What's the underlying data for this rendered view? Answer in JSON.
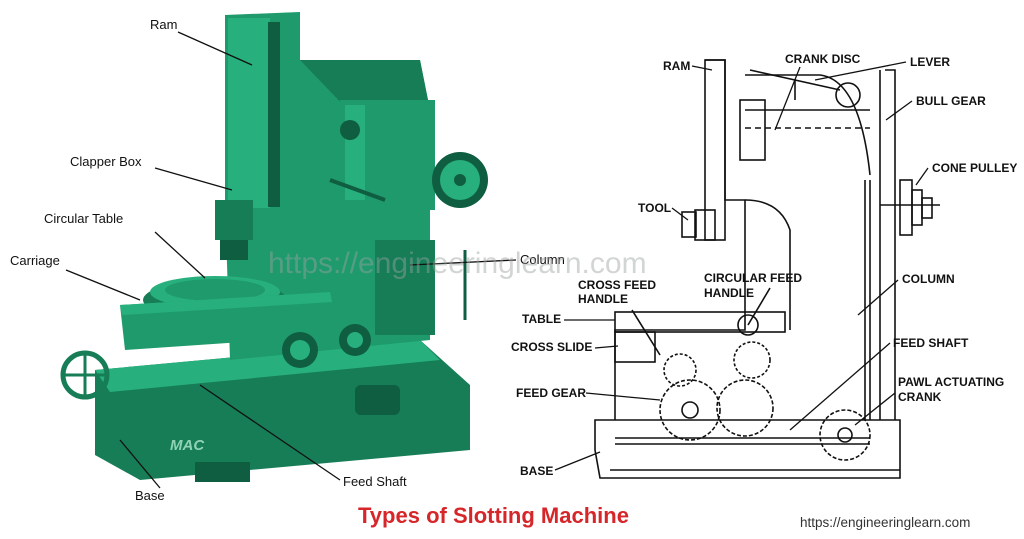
{
  "left_figure": {
    "labels": {
      "ram": "Ram",
      "clapper_box": "Clapper Box",
      "circular_table": "Circular Table",
      "carriage": "Carriage",
      "column": "Column",
      "feed_shaft": "Feed Shaft",
      "base": "Base"
    },
    "brand_mark": "MAC",
    "machine_color": "#1f9a6c"
  },
  "right_figure": {
    "labels": {
      "ram": "RAM",
      "crank_disc": "CRANK DISC",
      "lever": "LEVER",
      "bull_gear": "BULL GEAR",
      "cone_pulley": "CONE PULLEY",
      "tool": "TOOL",
      "circular_feed_handle_1": "CIRCULAR FEED",
      "circular_feed_handle_2": "HANDLE",
      "cross_feed_handle_1": "CROSS FEED",
      "cross_feed_handle_2": "HANDLE",
      "column": "COLUMN",
      "table": "TABLE",
      "cross_slide": "CROSS SLIDE",
      "feed_shaft": "FEED SHAFT",
      "feed_gear": "FEED GEAR",
      "pawl_actuating_crank_1": "PAWL ACTUATING",
      "pawl_actuating_crank_2": "CRANK",
      "base": "BASE"
    }
  },
  "watermark": "https://engineeringlearn.com",
  "caption": {
    "title": "Types of Slotting Machine",
    "url": "https://engineeringlearn.com",
    "title_color": "#d6262a"
  }
}
